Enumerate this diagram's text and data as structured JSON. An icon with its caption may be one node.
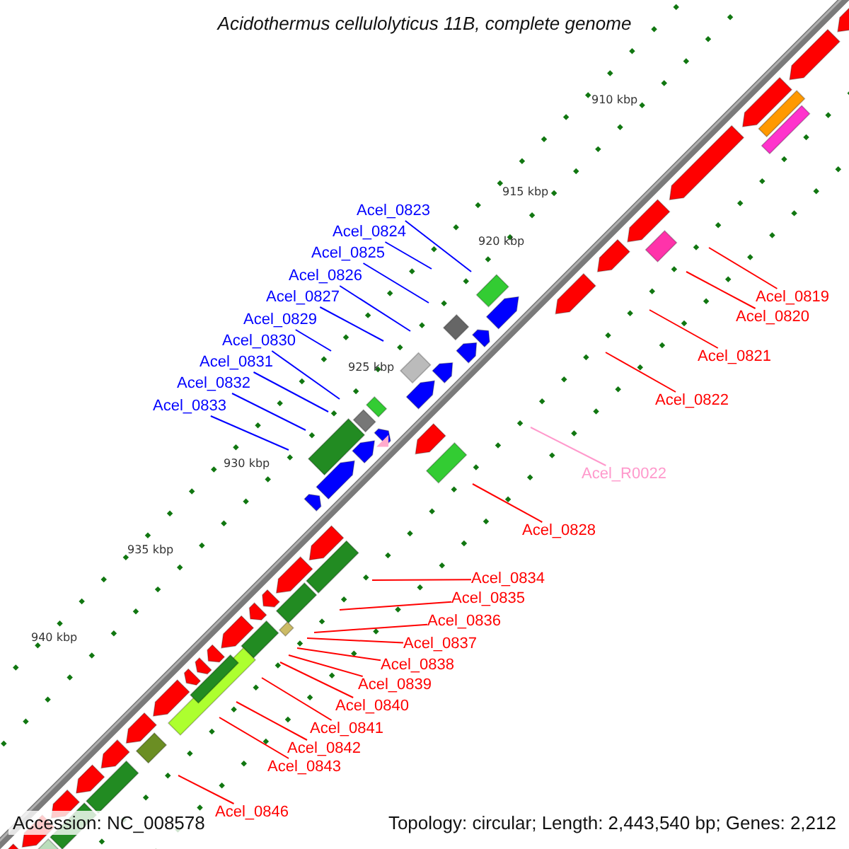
{
  "diagram": {
    "title": "Acidothermus cellulolyticus 11B, complete genome",
    "nodes": [
      {
        "text": [
          "Acel_0823"
        ]
      },
      {
        "text": [
          "Acel_0824"
        ]
      },
      {
        "text": [
          "Acel_0825"
        ]
      },
      {
        "text": [
          "Acel_0826"
        ]
      },
      {
        "text": [
          "Acel_0819"
        ]
      },
      {
        "text": [
          "Acel_0827"
        ]
      },
      {
        "text": [
          "Acel_0820"
        ]
      },
      {
        "text": [
          "Acel_0829"
        ]
      },
      {
        "text": [
          "Acel_0830"
        ]
      },
      {
        "text": [
          "Acel_0821"
        ]
      },
      {
        "text": [
          "Acel_0831"
        ]
      },
      {
        "text": [
          "Acel_0832"
        ]
      },
      {
        "text": [
          "Acel_0822"
        ]
      },
      {
        "text": [
          "Acel_0833"
        ]
      },
      {
        "text": [
          "Acel_R0022"
        ]
      },
      {
        "text": [
          "Acel_0828"
        ]
      },
      {
        "text": [
          "Acel_0834"
        ]
      },
      {
        "text": [
          "Acel_0835"
        ]
      },
      {
        "text": [
          "Acel_0836"
        ]
      },
      {
        "text": [
          "Acel_0837"
        ]
      },
      {
        "text": [
          "Acel_0838"
        ]
      },
      {
        "text": [
          "Acel_0839"
        ]
      },
      {
        "text": [
          "Acel_0840"
        ]
      },
      {
        "text": [
          "Acel_0841"
        ]
      },
      {
        "text": [
          "Acel_0842"
        ]
      },
      {
        "text": [
          "Acel_0843"
        ]
      },
      {
        "text": [
          "Acel_0846"
        ]
      }
    ],
    "edges": [
      {
        "from": 0,
        "to": null,
        "arrow": "none",
        "color": "#0000ff"
      },
      {
        "from": 1,
        "to": null,
        "arrow": "none",
        "color": "#0000ff"
      },
      {
        "from": 2,
        "to": null,
        "arrow": "none",
        "color": "#0000ff"
      },
      {
        "from": 3,
        "to": null,
        "arrow": "none",
        "color": "#0000ff"
      },
      {
        "from": 4,
        "to": null,
        "arrow": "none"
      },
      {
        "from": 5,
        "to": null,
        "arrow": "none",
        "color": "#0000ff"
      },
      {
        "from": 6,
        "to": null,
        "arrow": "none"
      },
      {
        "from": 7,
        "to": null,
        "arrow": "none",
        "color": "#0000ff"
      },
      {
        "from": 8,
        "to": null,
        "arrow": "none",
        "color": "#0000ff"
      },
      {
        "from": 9,
        "to": null,
        "arrow": "none"
      },
      {
        "from": 10,
        "to": null,
        "arrow": "none",
        "color": "#0000ff"
      },
      {
        "from": 11,
        "to": null,
        "arrow": "none",
        "color": "#0000ff"
      },
      {
        "from": 12,
        "to": null,
        "arrow": "none"
      },
      {
        "from": 13,
        "to": null,
        "arrow": "none",
        "color": "#0000ff"
      },
      {
        "from": 14,
        "to": null,
        "arrow": "none",
        "color": "#ff99cc"
      },
      {
        "from": 15,
        "to": null,
        "arrow": "none"
      },
      {
        "from": 16,
        "to": null,
        "arrow": "none"
      },
      {
        "from": 17,
        "to": null,
        "arrow": "none"
      },
      {
        "from": 18,
        "to": null,
        "arrow": "none"
      },
      {
        "from": 19,
        "to": null,
        "arrow": "none"
      },
      {
        "from": 20,
        "to": null,
        "arrow": "none"
      },
      {
        "from": 21,
        "to": null,
        "arrow": "none"
      },
      {
        "from": 22,
        "to": null,
        "arrow": "none"
      },
      {
        "from": 23,
        "to": null,
        "arrow": "none"
      },
      {
        "from": 24,
        "to": null,
        "arrow": "none"
      },
      {
        "from": 25,
        "to": null,
        "arrow": "none"
      },
      {
        "from": 26,
        "to": null,
        "arrow": "none"
      }
    ],
    "labels": [
      "910 kbp",
      "915 kbp",
      "920 kbp",
      "925 kbp",
      "930 kbp",
      "935 kbp",
      "940 kbp",
      "Accession: NC_008578",
      "Topology: circular; Length: 2,443,540 bp; Genes: 2,212"
    ]
  }
}
